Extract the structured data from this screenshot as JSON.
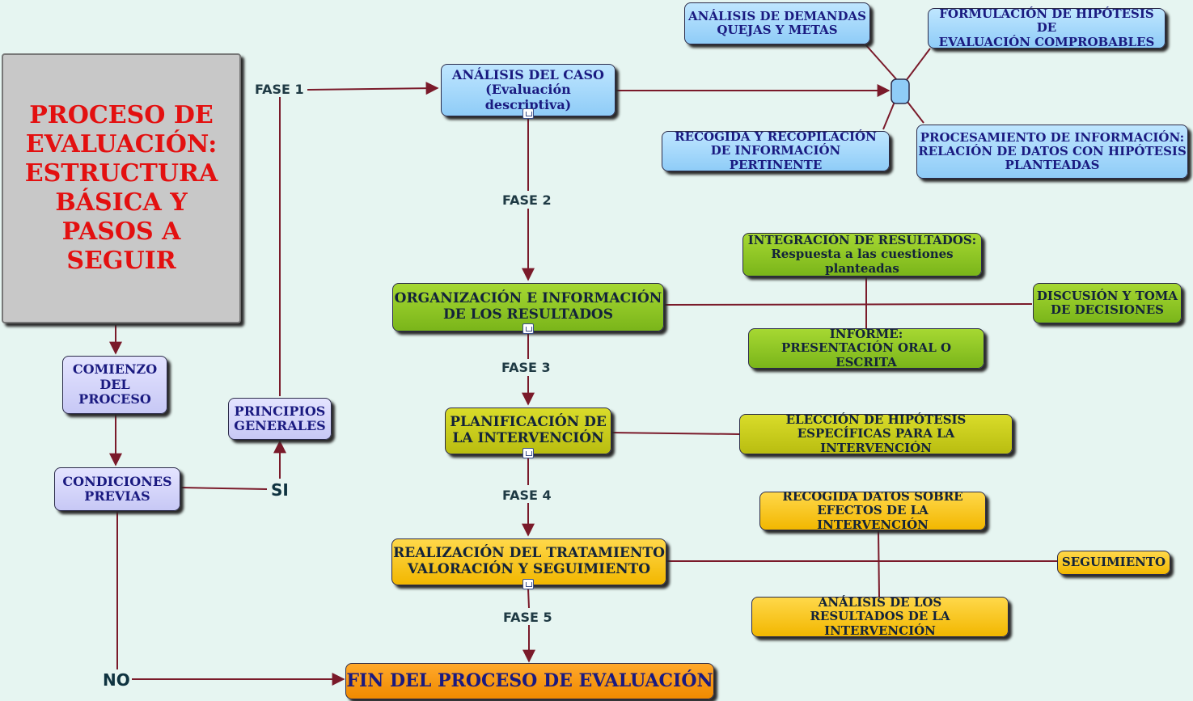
{
  "title": "PROCESO DE\nEVALUACIÓN:\nESTRUCTURA\nBÁSICA Y\nPASOS A SEGUIR",
  "nodes": {
    "comienzo": "COMIENZO\nDEL\nPROCESO",
    "condiciones": "CONDICIONES\nPREVIAS",
    "principios": "PRINCIPIOS\nGENERALES",
    "analisis_caso": "ANÁLISIS DEL CASO\n(Evaluación descriptiva)",
    "demandas": "ANÁLISIS DE DEMANDAS\nQUEJAS Y METAS",
    "hipotesis": "FORMULACIÓN DE HIPÓTESIS DE\nEVALUACIÓN COMPROBABLES",
    "recogida_info": "RECOGIDA Y RECOPILACIÓN\nDE INFORMACIÓN PERTINENTE",
    "procesamiento": "PROCESAMIENTO DE  INFORMACIÓN:\nRELACIÓN DE DATOS CON HIPÓTESIS\nPLANTEADAS",
    "organizacion": "ORGANIZACIÓN E INFORMACIÓN\nDE LOS RESULTADOS",
    "integracion": "INTEGRACIÓN DE RESULTADOS:\nRespuesta a las cuestiones planteadas",
    "discusion": "DISCUSIÓN Y TOMA\nDE DECISIONES",
    "informe": "INFORME:\nPRESENTACIÓN ORAL O ESCRITA",
    "planificacion": "PLANIFICACIÓN DE\nLA INTERVENCIÓN",
    "eleccion": "ELECCIÓN DE HIPÓTESIS\nESPECÍFICAS PARA LA INTERVENCIÓN",
    "realizacion": "REALIZACIÓN DEL TRATAMIENTO\nVALORACIÓN Y SEGUIMIENTO",
    "recogida_datos": "RECOGIDA DATOS SOBRE\nEFECTOS DE LA INTERVENCIÓN",
    "seguimiento": "SEGUIMIENTO",
    "analisis_resultados": "ANÁLISIS DE LOS\nRESULTADOS DE LA INTERVENCIÓN",
    "fin": "FIN DEL PROCESO DE EVALUACIÓN"
  },
  "labels": {
    "fase1": "FASE 1",
    "fase2": "FASE 2",
    "fase3": "FASE 3",
    "fase4": "FASE 4",
    "fase5": "FASE 5",
    "si": "SI",
    "no": "NO"
  },
  "colors": {
    "line": "#7a1a2a",
    "blue": "#9fd4fb",
    "lavender": "#d4d4fb",
    "green": "#8cc524",
    "olive": "#c8cc14",
    "yellow": "#f8c81c",
    "orange": "#f89a10",
    "title_red": "#e31010"
  },
  "icons": [
    "submap-icon"
  ]
}
